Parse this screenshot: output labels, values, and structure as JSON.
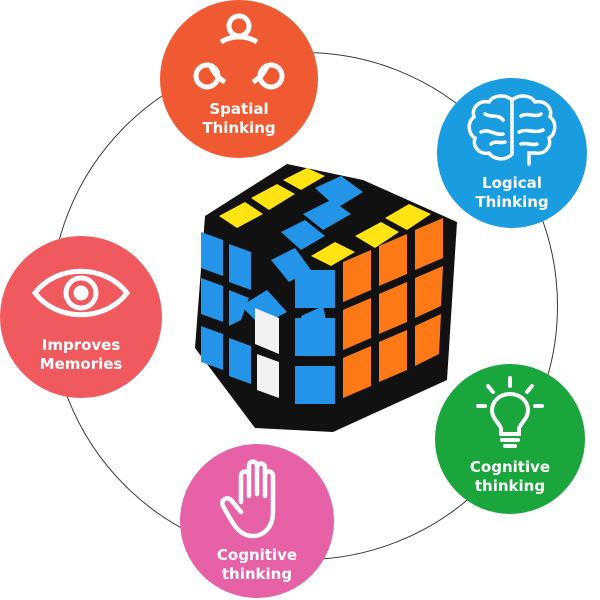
{
  "colors": {
    "ring": "#3a3a3a",
    "spatial": "#f05a32",
    "logical": "#1a9ce0",
    "memory": "#f05a5e",
    "cognitive_green": "#1aa53d",
    "cognitive_pink": "#e661a6",
    "cube_yellow": "#ffe313",
    "cube_blue": "#2394e8",
    "cube_orange": "#ff7a17",
    "cube_white": "#f2f2f2"
  },
  "badges": [
    {
      "icon": "share-network-icon",
      "line1": "Spatial",
      "line2": "Thinking"
    },
    {
      "icon": "brain-icon",
      "line1": "Logical",
      "line2": "Thinking"
    },
    {
      "icon": "eye-icon",
      "line1": "Improves",
      "line2": "Memories"
    },
    {
      "icon": "lightbulb-icon",
      "line1": "Cognitive",
      "line2": "thinking"
    },
    {
      "icon": "hand-icon",
      "line1": "Cognitive",
      "line2": "thinking"
    }
  ]
}
